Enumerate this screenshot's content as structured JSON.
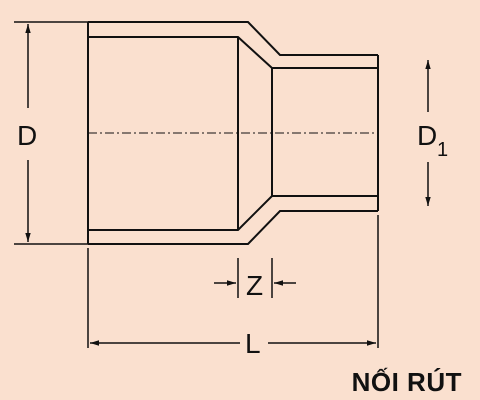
{
  "labels": {
    "outer_diameter": "D",
    "inner_diameter_main": "D",
    "inner_diameter_sub": "1",
    "socket_depth": "Z",
    "length": "L"
  },
  "caption": "NỐI RÚT",
  "colors": {
    "background": "#fae0cf",
    "line": "#111111"
  }
}
